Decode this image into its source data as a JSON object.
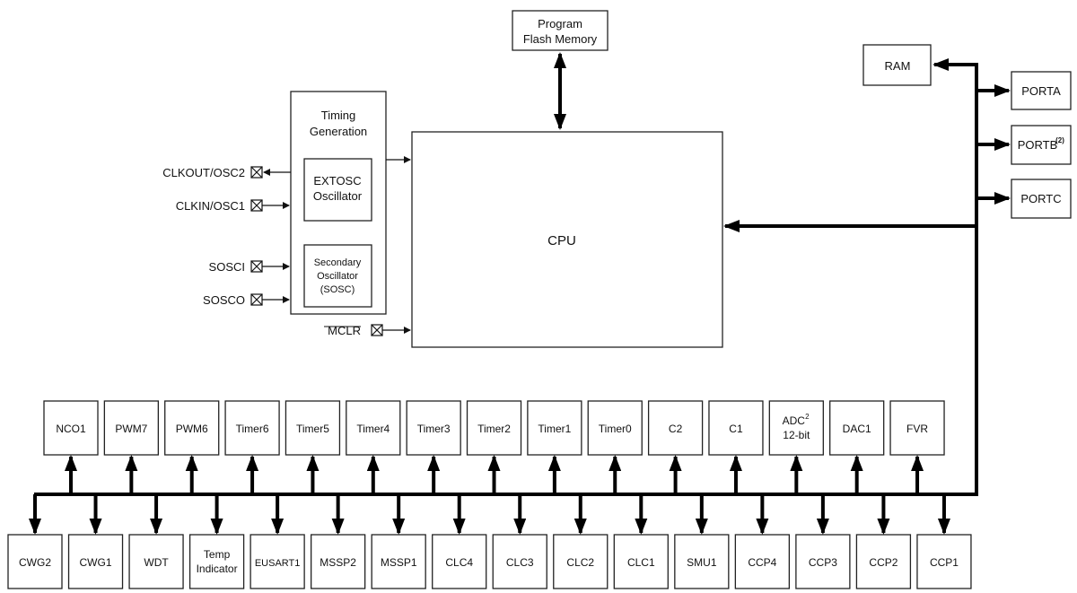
{
  "blocks": {
    "flash": [
      "Program",
      "Flash Memory"
    ],
    "cpu": "CPU",
    "timing": [
      "Timing",
      "Generation"
    ],
    "extosc": [
      "EXTOSC",
      "Oscillator"
    ],
    "sosc": [
      "Secondary",
      "Oscillator",
      "(SOSC)"
    ],
    "ram": "RAM",
    "porta": "PORTA",
    "portb": "PORTB",
    "portb_note": "(2)",
    "portc": "PORTC"
  },
  "pins": {
    "clkout": "CLKOUT/OSC2",
    "clkin": "CLKIN/OSC1",
    "sosci": "SOSCI",
    "sosco": "SOSCO",
    "mclr": "MCLR"
  },
  "top_peripherals": [
    {
      "label": "NCO1"
    },
    {
      "label": "PWM7"
    },
    {
      "label": "PWM6"
    },
    {
      "label": "Timer6"
    },
    {
      "label": "Timer5"
    },
    {
      "label": "Timer4"
    },
    {
      "label": "Timer3"
    },
    {
      "label": "Timer2"
    },
    {
      "label": "Timer1"
    },
    {
      "label": "Timer0"
    },
    {
      "label": "C2"
    },
    {
      "label": "C1"
    },
    {
      "label": "ADC",
      "sup": "2",
      "line2": "12-bit"
    },
    {
      "label": "DAC1"
    },
    {
      "label": "FVR"
    }
  ],
  "bottom_peripherals": [
    {
      "label": "CWG2"
    },
    {
      "label": "CWG1"
    },
    {
      "label": "WDT"
    },
    {
      "label": "Temp",
      "line2": "Indicator"
    },
    {
      "label": "EUSART1"
    },
    {
      "label": "MSSP2"
    },
    {
      "label": "MSSP1"
    },
    {
      "label": "CLC4"
    },
    {
      "label": "CLC3"
    },
    {
      "label": "CLC2"
    },
    {
      "label": "CLC1"
    },
    {
      "label": "SMU1"
    },
    {
      "label": "CCP4"
    },
    {
      "label": "CCP3"
    },
    {
      "label": "CCP2"
    },
    {
      "label": "CCP1"
    }
  ]
}
